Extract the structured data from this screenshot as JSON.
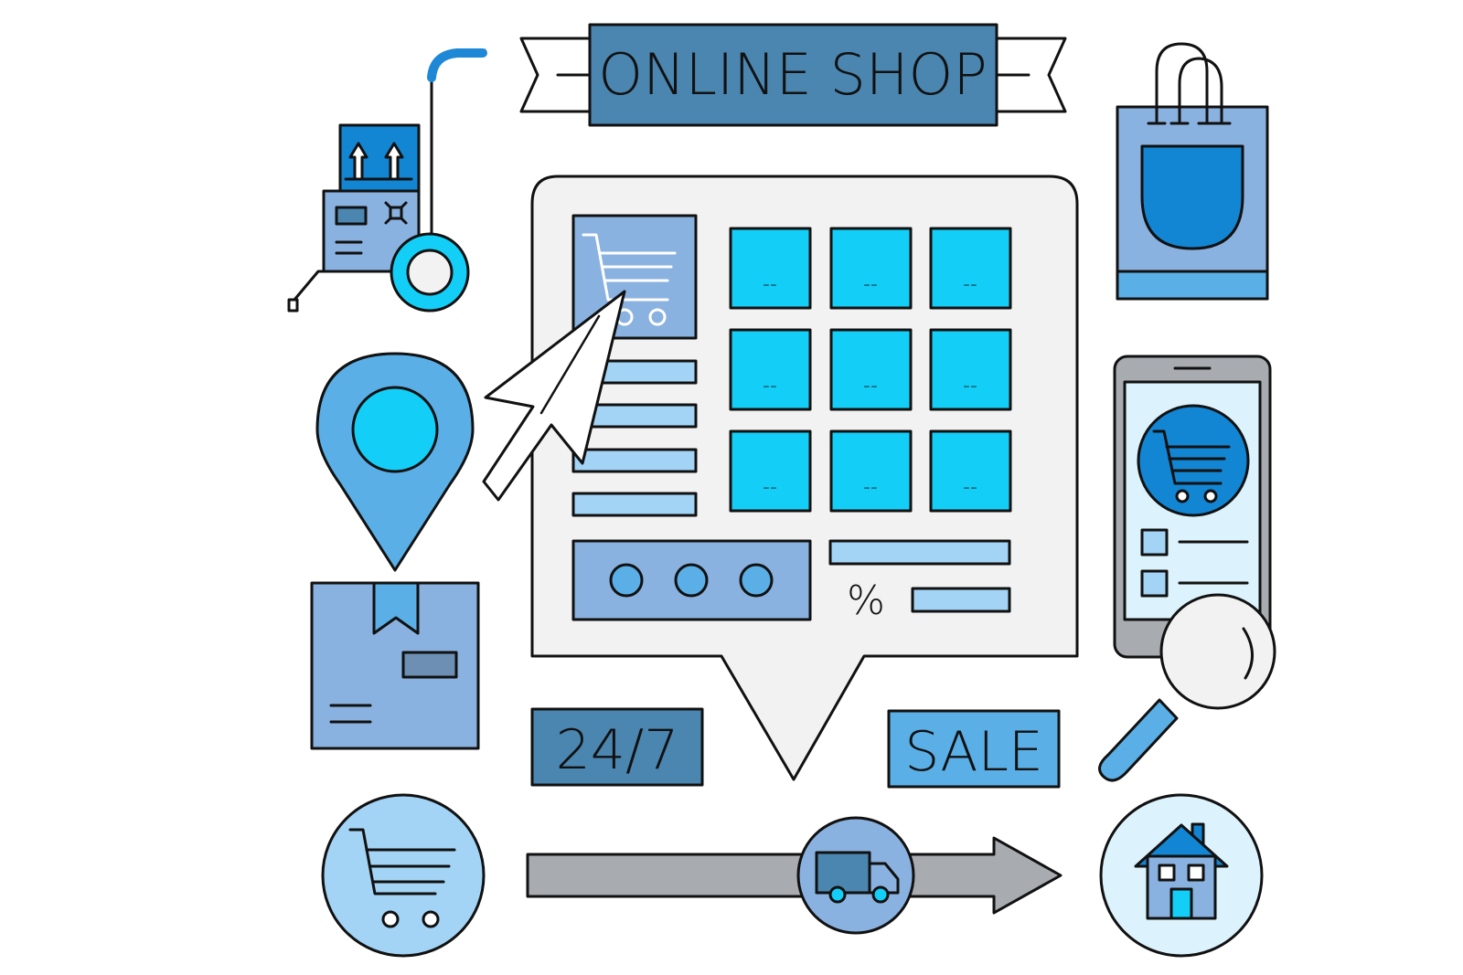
{
  "banner": {
    "title": "ONLINE SHOP"
  },
  "badges": {
    "hours": "24/7",
    "sale": "SALE"
  },
  "storefront": {
    "percent_symbol": "%",
    "tile_placeholder": "-- "
  },
  "colors": {
    "outline": "#111111",
    "dark_blue": "#4a86b0",
    "mid_blue": "#5aafe6",
    "cyan": "#13cff8",
    "steel": "#8ab2e0",
    "light_blue": "#a3d4f5",
    "pale_blue": "#dcf2fc",
    "panel_gray": "#f2f2f2",
    "arrow_gray": "#a8abb0",
    "slate": "#6d8fb3"
  },
  "icons": [
    "hand-truck-icon",
    "shopping-bag-icon",
    "location-pin-icon",
    "smartphone-icon",
    "magnifier-icon",
    "package-box-icon",
    "cart-icon",
    "delivery-truck-icon",
    "house-icon",
    "cursor-arrow-icon",
    "speech-bubble-icon",
    "ribbon-banner-icon"
  ]
}
